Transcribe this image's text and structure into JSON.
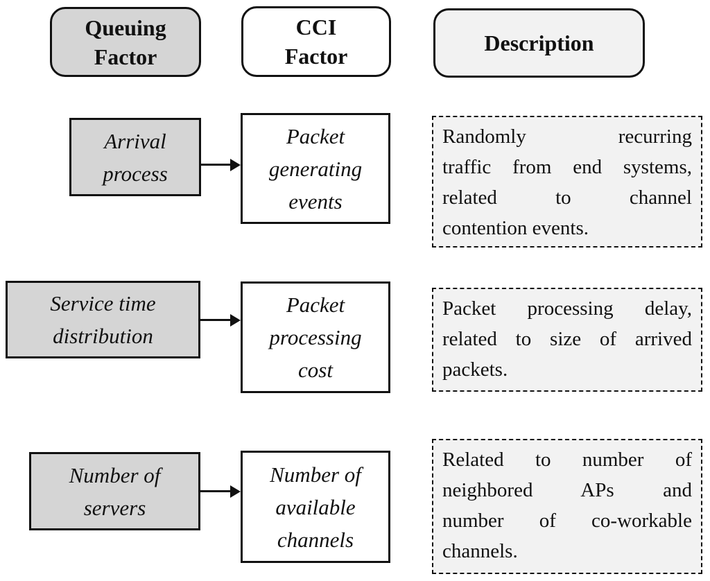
{
  "diagram": {
    "headers": {
      "queuing": "Queuing\nFactor",
      "cci": "CCI\nFactor",
      "description": "Description"
    },
    "rows": [
      {
        "queuing_factor": "Arrival\nprocess",
        "cci_factor": "Packet\ngenerating\nevents",
        "description_lines": [
          "Randomly recurring",
          "traffic from end systems,",
          "related to channel",
          "contention events."
        ]
      },
      {
        "queuing_factor": "Service time\ndistribution",
        "cci_factor": "Packet\nprocessing\ncost",
        "description_lines": [
          "Packet processing delay,",
          "related to size of arrived",
          "packets."
        ]
      },
      {
        "queuing_factor": "Number of\nservers",
        "cci_factor": "Number of\navailable\nchannels",
        "description_lines": [
          "Related to number of",
          "neighbored APs and",
          "number of co-workable",
          "channels."
        ]
      }
    ],
    "colors": {
      "box_gray": "#d5d5d5",
      "box_light": "#f2f2f2",
      "box_white": "#ffffff",
      "border": "#111111",
      "text": "#111111"
    }
  }
}
